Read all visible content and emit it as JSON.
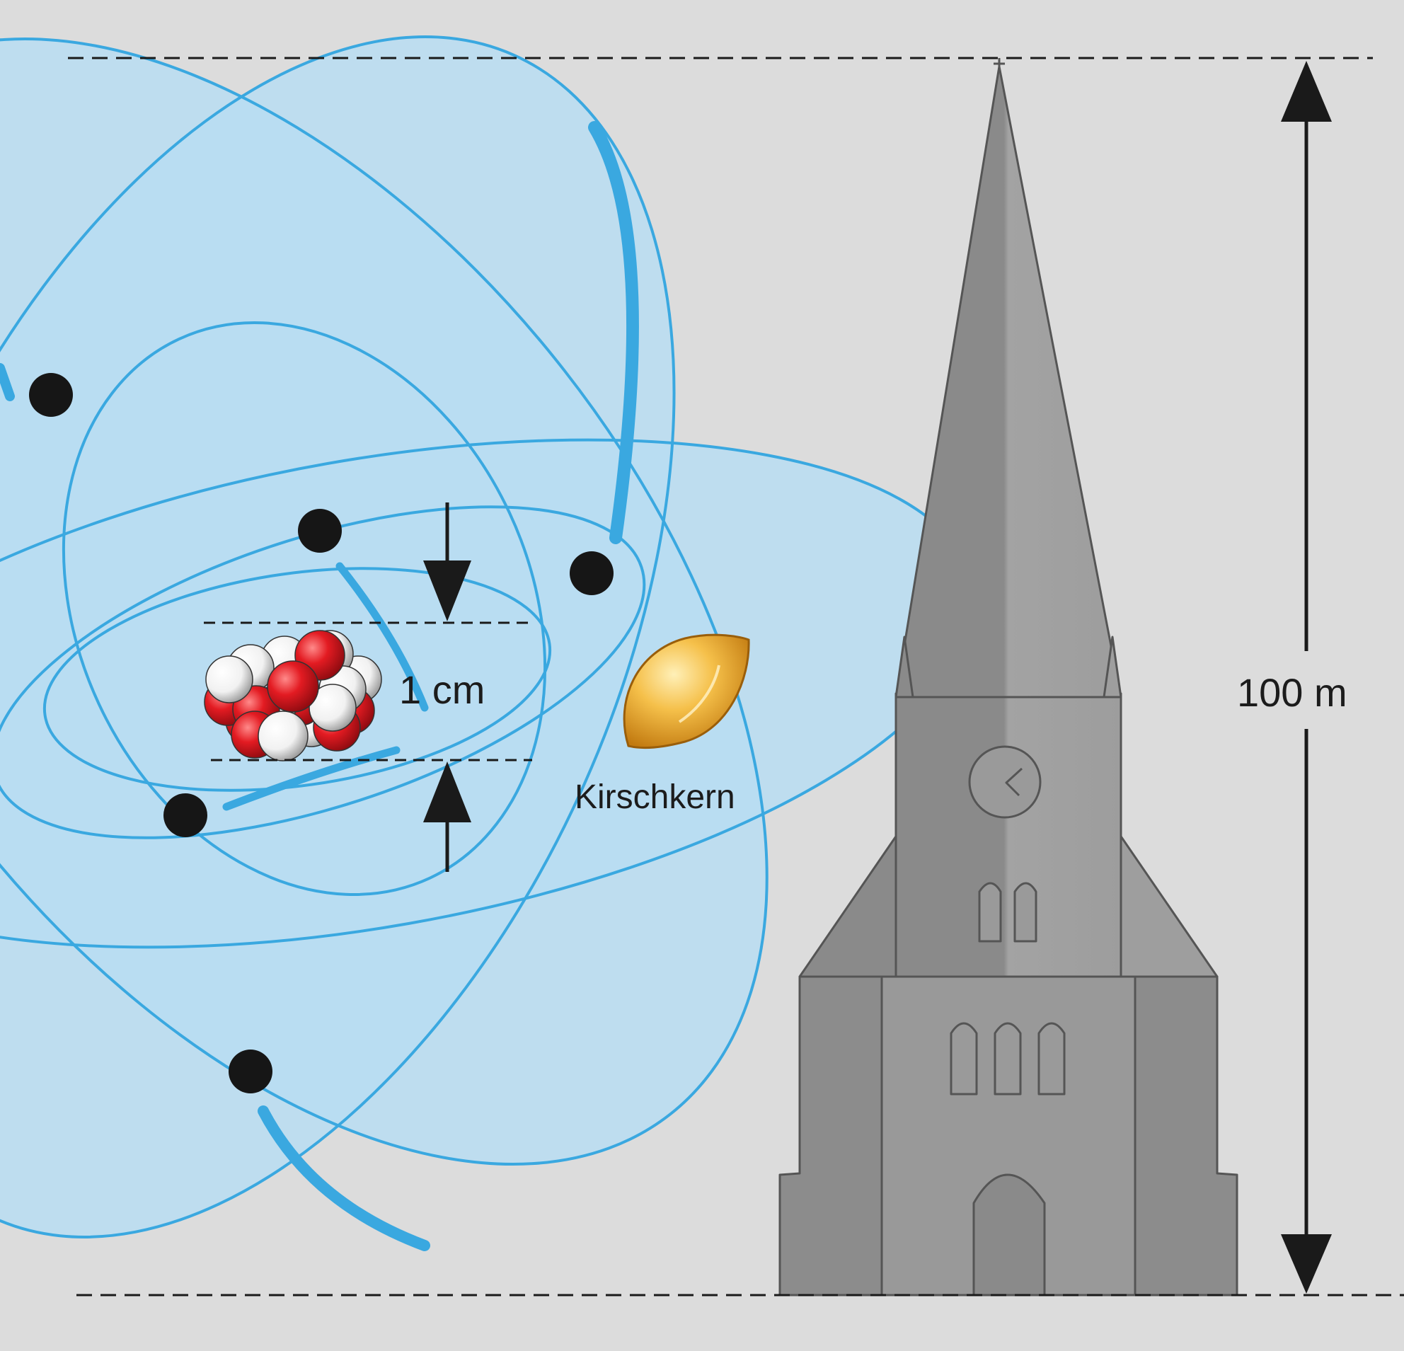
{
  "labels": {
    "nucleus_size": "1 cm",
    "cherry_pit": "Kirschkern",
    "tower_height": "100 m"
  },
  "colors": {
    "background": "#dcdcdc",
    "electron_cloud_fill": "#b9ddf2",
    "orbit_line": "#3aa8e0",
    "proton": "#e0141e",
    "neutron": "#ffffff",
    "electron": "#161616",
    "cherry_pit": "#f2b43a",
    "tower": "#8e8e8e"
  },
  "icons": [
    "atom-diagram",
    "nucleus-icon",
    "electron-icon",
    "cherry-pit-icon",
    "church-tower-icon",
    "dimension-arrow-icon"
  ]
}
